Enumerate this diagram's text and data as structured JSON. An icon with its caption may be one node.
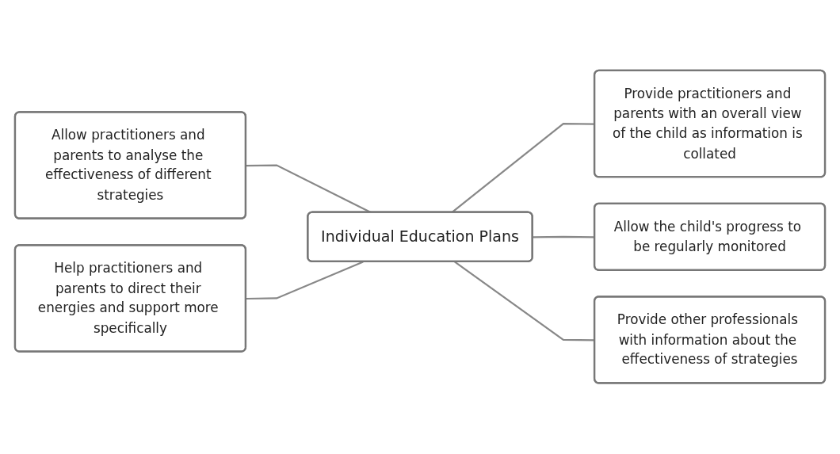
{
  "diagram": {
    "nodes": [
      {
        "text": [
          "Allow practitioners and parents to analyse the effectiveness of different strategies"
        ]
      },
      {
        "text": [
          "Help practitioners and parents to direct their energies and support more specifically"
        ]
      },
      {
        "text": [
          "Individual Education Plans"
        ]
      },
      {
        "text": [
          "Provide practitioners and parents with an overall view of the child as information is collated"
        ]
      },
      {
        "text": [
          "Allow the child's progress to be regularly monitored"
        ]
      },
      {
        "text": [
          "Provide other professionals with information about the effectiveness of strategies"
        ]
      }
    ],
    "edges": [
      {
        "from": 0,
        "to": 2,
        "arrow": "none"
      },
      {
        "from": 1,
        "to": 2,
        "arrow": "none"
      },
      {
        "from": 2,
        "to": 3,
        "arrow": "none"
      },
      {
        "from": 2,
        "to": 4,
        "arrow": "none"
      },
      {
        "from": 2,
        "to": 5,
        "arrow": "none"
      }
    ]
  }
}
